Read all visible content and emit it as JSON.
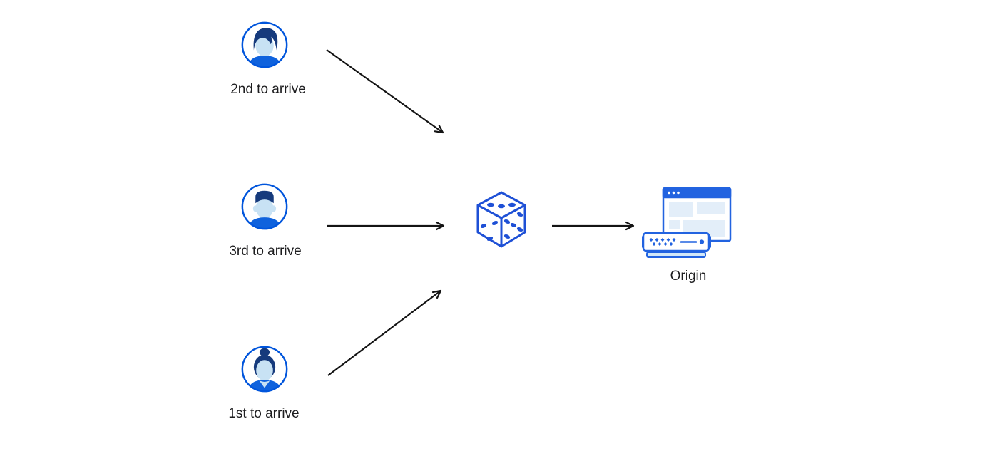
{
  "diagram": {
    "description": "Three visitors arriving in different order are routed randomly (dice) to an Origin server",
    "users": [
      {
        "id": "user-2nd",
        "label": "2nd to arrive",
        "avatar": "man-swept-hair-avatar"
      },
      {
        "id": "user-3rd",
        "label": "3rd to arrive",
        "avatar": "man-flat-top-avatar"
      },
      {
        "id": "user-1st",
        "label": "1st to arrive",
        "avatar": "woman-hair-bun-avatar"
      }
    ],
    "random_node": {
      "icon": "dice-icon"
    },
    "origin_node": {
      "label": "Origin",
      "icon": "origin-server-icon"
    },
    "colors": {
      "accent_blue": "#0055dc",
      "window_blue": "#2263e0",
      "dark_navy_hair": "#163a7c",
      "shirt_blue": "#0f62dd",
      "face_light_blue": "#c8e2f4",
      "pale_block_blue": "#e3eef9",
      "server_base_blue": "#d2e8f8",
      "arrow_black": "#141414",
      "background": "#ffffff"
    }
  }
}
